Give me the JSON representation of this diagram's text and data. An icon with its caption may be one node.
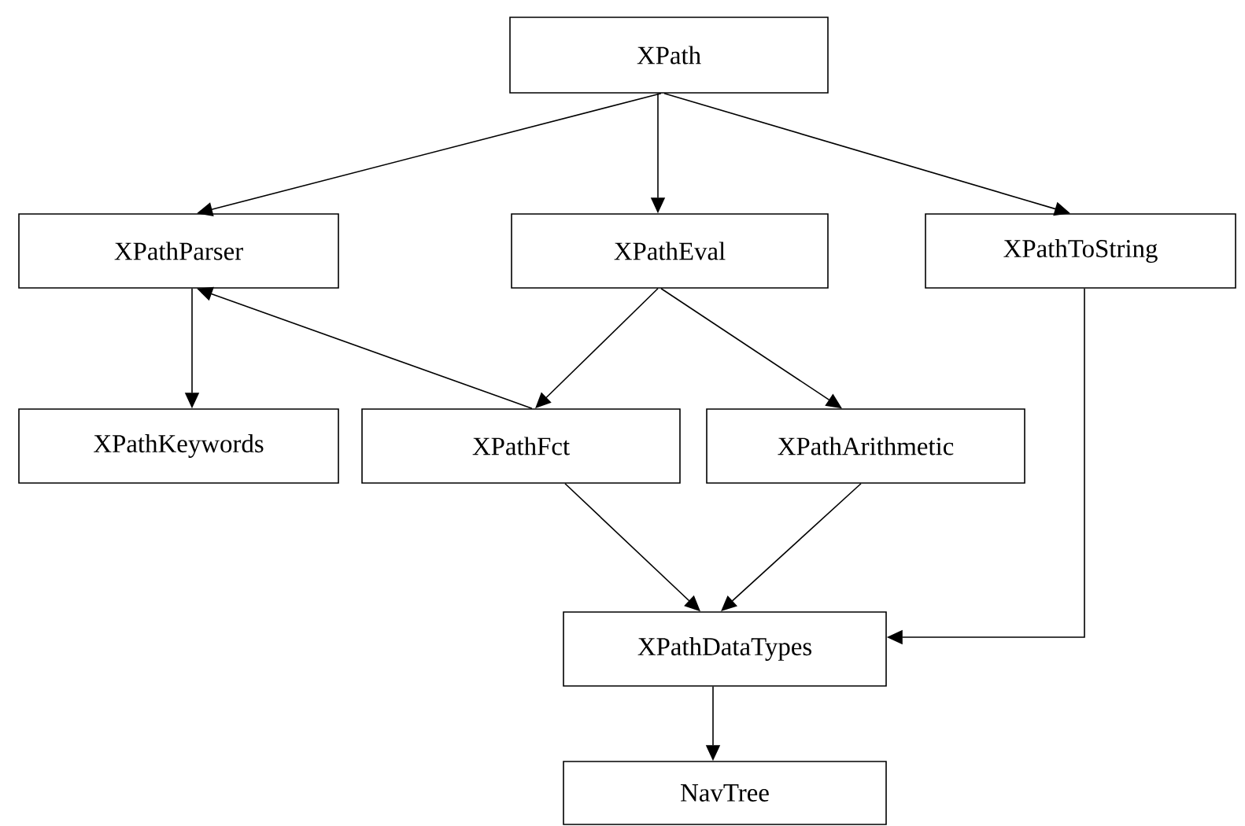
{
  "diagram": {
    "nodes": [
      {
        "text": [
          "XPath"
        ]
      },
      {
        "text": [
          "XPathParser"
        ]
      },
      {
        "text": [
          "XPathEval"
        ]
      },
      {
        "text": [
          "XPathToString"
        ]
      },
      {
        "text": [
          "XPathKeywords"
        ]
      },
      {
        "text": [
          "XPathFct"
        ]
      },
      {
        "text": [
          "XPathArithmetic"
        ]
      },
      {
        "text": [
          "XPathDataTypes"
        ]
      },
      {
        "text": [
          "NavTree"
        ]
      }
    ],
    "edges": [
      {
        "from": 0,
        "to": 1,
        "arrow": "to"
      },
      {
        "from": 0,
        "to": 2,
        "arrow": "to"
      },
      {
        "from": 0,
        "to": 3,
        "arrow": "to"
      },
      {
        "from": 1,
        "to": 4,
        "arrow": "to"
      },
      {
        "from": 5,
        "to": 1,
        "arrow": "to"
      },
      {
        "from": 2,
        "to": 5,
        "arrow": "to"
      },
      {
        "from": 2,
        "to": 6,
        "arrow": "to"
      },
      {
        "from": 5,
        "to": 7,
        "arrow": "to"
      },
      {
        "from": 6,
        "to": 7,
        "arrow": "to"
      },
      {
        "from": 3,
        "to": 7,
        "arrow": "to"
      },
      {
        "from": 7,
        "to": 8,
        "arrow": "to"
      }
    ]
  }
}
